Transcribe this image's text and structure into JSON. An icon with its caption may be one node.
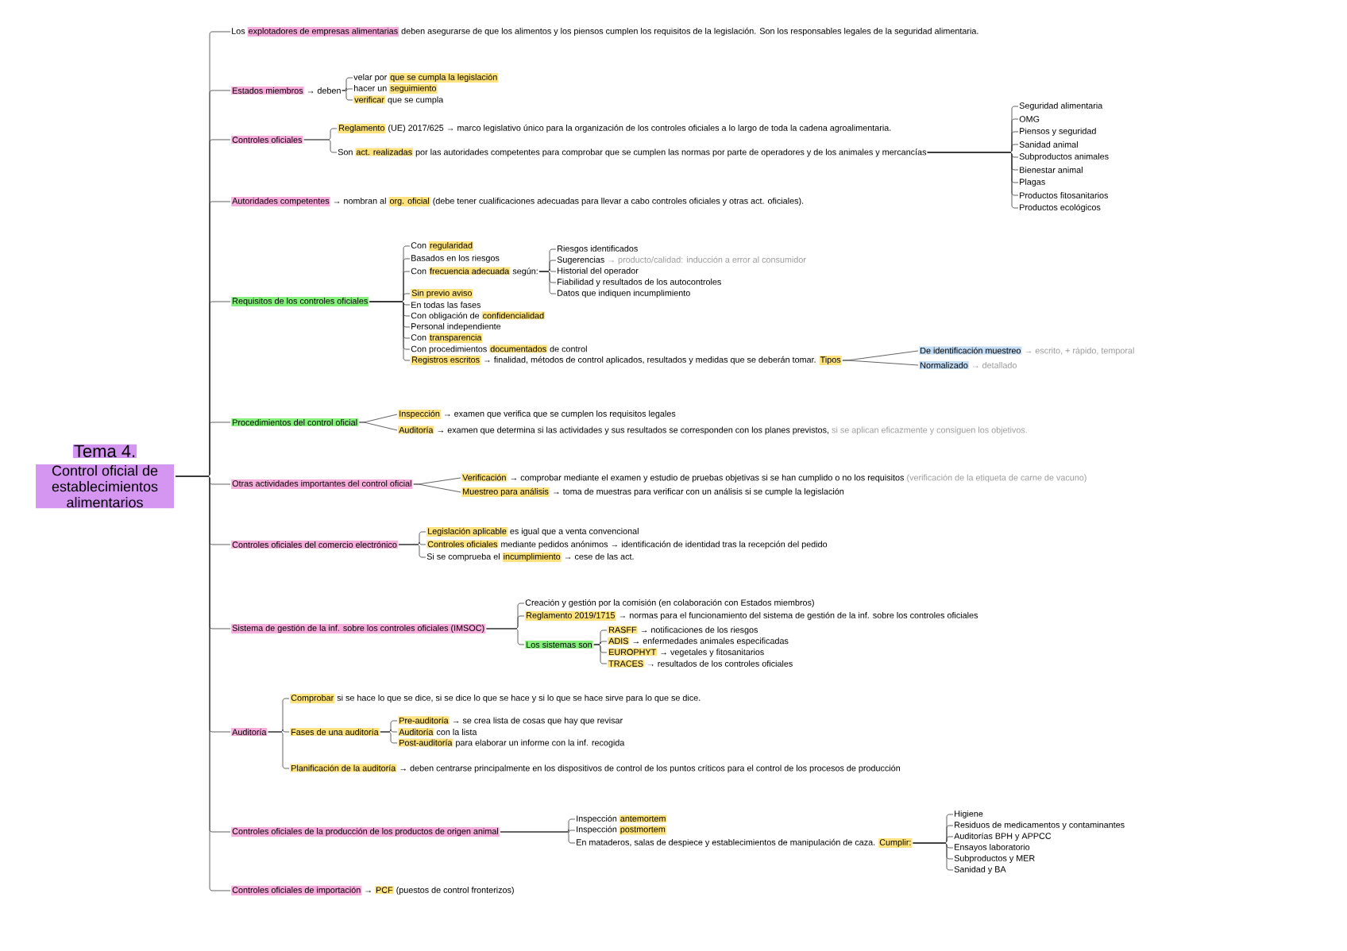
{
  "diagram": {
    "nodes": [
      {
        "text": [
          "Tema 4.",
          "Control oficial de establecimientos alimentarios"
        ]
      },
      {
        "text": [
          "Los",
          "explotadores de empresas alimentarias",
          "deben asegurarse de que los alimentos y los piensos cumplen los requisitos de la legislación. Son los responsables legales de la seguridad alimentaria."
        ]
      },
      {
        "text": [
          "Estados miembros",
          "→ deben"
        ]
      },
      {
        "text": [
          "velar por",
          "que se cumpla la legislación"
        ]
      },
      {
        "text": [
          "hacer un",
          "seguimiento"
        ]
      },
      {
        "text": [
          "verificar",
          "que se cumpla"
        ]
      },
      {
        "text": [
          "Controles oficiales"
        ]
      },
      {
        "text": [
          "Reglamento",
          "(UE) 2017/625 → marco legislativo único para la organización de los controles oficiales a lo largo de toda la cadena agroalimentaria."
        ]
      },
      {
        "text": [
          "Son",
          "act. realizadas",
          "por las autoridades competentes para comprobar que se cumplen las normas por parte de operadores y de los animales y mercancías"
        ]
      },
      {
        "text": [
          "Seguridad alimentaria"
        ]
      },
      {
        "text": [
          "OMG"
        ]
      },
      {
        "text": [
          "Piensos y seguridad"
        ]
      },
      {
        "text": [
          "Sanidad animal"
        ]
      },
      {
        "text": [
          "Subproductos animales"
        ]
      },
      {
        "text": [
          "Bienestar animal"
        ]
      },
      {
        "text": [
          "Plagas"
        ]
      },
      {
        "text": [
          "Productos fitosanitarios"
        ]
      },
      {
        "text": [
          "Productos ecológicos"
        ]
      },
      {
        "text": [
          "Autoridades competentes",
          "→ nombran al",
          "org. oficial",
          "(debe tener cualificaciones adecuadas para llevar a cabo controles oficiales y otras act. oficiales)."
        ]
      },
      {
        "text": [
          "Requisitos de los controles oficiales"
        ]
      },
      {
        "text": [
          "Con",
          "regularidad"
        ]
      },
      {
        "text": [
          "Basados en los riesgos"
        ]
      },
      {
        "text": [
          "Con",
          "frecuencia adecuada",
          "según:"
        ]
      },
      {
        "text": [
          "Riesgos identificados"
        ]
      },
      {
        "text": [
          "Sugerencias",
          "→ producto/calidad: inducción a error al consumidor"
        ]
      },
      {
        "text": [
          "Historial del operador"
        ]
      },
      {
        "text": [
          "Fiabilidad y resultados de los autocontroles"
        ]
      },
      {
        "text": [
          "Datos que indiquen incumplimiento"
        ]
      },
      {
        "text": [
          "Sin previo aviso"
        ]
      },
      {
        "text": [
          "En todas las fases"
        ]
      },
      {
        "text": [
          "Con obligación de",
          "confidencialidad"
        ]
      },
      {
        "text": [
          "Personal independiente"
        ]
      },
      {
        "text": [
          "Con",
          "transparencia"
        ]
      },
      {
        "text": [
          "Con procedimientos",
          "documentados",
          "de control"
        ]
      },
      {
        "text": [
          "Registros escritos",
          "→ finalidad, métodos de control aplicados, resultados y medidas que se deberán tomar.",
          "Tipos"
        ]
      },
      {
        "text": [
          "De identificación muestreo",
          "→ escrito, + rápido, temporal"
        ]
      },
      {
        "text": [
          "Normalizado",
          "→ detallado"
        ]
      },
      {
        "text": [
          "Procedimientos del control oficial"
        ]
      },
      {
        "text": [
          "Inspección",
          "→ examen que verifica que se cumplen los requisitos legales"
        ]
      },
      {
        "text": [
          "Auditoría",
          "→ examen que determina si las actividades y sus resultados se corresponden con los planes previstos,",
          "si se aplican eficazmente y consiguen los objetivos."
        ]
      },
      {
        "text": [
          "Otras actividades importantes del control oficial"
        ]
      },
      {
        "text": [
          "Verificación",
          "→ comprobar mediante el examen y estudio de pruebas objetivas si se han cumplido o no los requisitos",
          "(verificación de la etiqueta de carne de vacuno)"
        ]
      },
      {
        "text": [
          "Muestreo para análisis",
          "→ toma de muestras para verificar con un análisis si se cumple la legislación"
        ]
      },
      {
        "text": [
          "Controles oficiales del comercio electrónico"
        ]
      },
      {
        "text": [
          "Legislación aplicable",
          "es igual que a venta convencional"
        ]
      },
      {
        "text": [
          "Controles oficiales",
          "mediante pedidos anónimos → identificación de identidad tras la recepción del pedido"
        ]
      },
      {
        "text": [
          "Si se comprueba el",
          "incumplimiento",
          "→ cese de las act."
        ]
      },
      {
        "text": [
          "Sistema de gestión de la inf. sobre los controles oficiales (IMSOC)"
        ]
      },
      {
        "text": [
          "Creación y gestión por la comisión (en colaboración con Estados miembros)"
        ]
      },
      {
        "text": [
          "Reglamento 2019/1715",
          "→ normas para el funcionamiento del sistema de gestión de la inf. sobre los controles oficiales"
        ]
      },
      {
        "text": [
          "Los sistemas son"
        ]
      },
      {
        "text": [
          "RASFF",
          "→ notificaciones de los riesgos"
        ]
      },
      {
        "text": [
          "ADIS",
          "→ enfermedades animales especificadas"
        ]
      },
      {
        "text": [
          "EUROPHYT",
          "→ vegetales y fitosanitarios"
        ]
      },
      {
        "text": [
          "TRACES",
          "→ resultados de los controles oficiales"
        ]
      },
      {
        "text": [
          "Auditoría"
        ]
      },
      {
        "text": [
          "Comprobar",
          "si se hace lo que se dice, si se dice lo que se hace y si lo que se hace sirve para lo que se dice."
        ]
      },
      {
        "text": [
          "Fases de una auditoría"
        ]
      },
      {
        "text": [
          "Pre-auditoría",
          "→ se crea lista de cosas que hay que revisar"
        ]
      },
      {
        "text": [
          "Auditoría",
          "con la lista"
        ]
      },
      {
        "text": [
          "Post-auditoría",
          "para elaborar un informe con la inf. recogida"
        ]
      },
      {
        "text": [
          "Planificación de la auditoría",
          "→ deben centrarse principalmente en los dispositivos de control de los puntos críticos para el control de los procesos de producción"
        ]
      },
      {
        "text": [
          "Controles oficiales de la producción de los productos de origen animal"
        ]
      },
      {
        "text": [
          "Inspección",
          "antemortem"
        ]
      },
      {
        "text": [
          "Inspección",
          "postmortem"
        ]
      },
      {
        "text": [
          "En mataderos, salas de despiece y establecimientos de manipulación de caza.",
          "Cumplir:"
        ]
      },
      {
        "text": [
          "Higiene"
        ]
      },
      {
        "text": [
          "Residuos de medicamentos y contaminantes"
        ]
      },
      {
        "text": [
          "Auditorías BPH y APPCC"
        ]
      },
      {
        "text": [
          "Ensayos laboratorio"
        ]
      },
      {
        "text": [
          "Subproductos y MER"
        ]
      },
      {
        "text": [
          "Sanidad y BA"
        ]
      },
      {
        "text": [
          "Controles oficiales de importación",
          "→",
          "PCF",
          "(puestos de control fronterizos)"
        ]
      }
    ],
    "edges": [
      {
        "from": 0,
        "to": 1,
        "arrow": "none"
      },
      {
        "from": 0,
        "to": 2,
        "arrow": "none"
      },
      {
        "from": 0,
        "to": 6,
        "arrow": "none"
      },
      {
        "from": 0,
        "to": 18,
        "arrow": "none"
      },
      {
        "from": 0,
        "to": 19,
        "arrow": "none"
      },
      {
        "from": 0,
        "to": 37,
        "arrow": "none"
      },
      {
        "from": 0,
        "to": 40,
        "arrow": "none"
      },
      {
        "from": 0,
        "to": 43,
        "arrow": "none"
      },
      {
        "from": 0,
        "to": 47,
        "arrow": "none"
      },
      {
        "from": 0,
        "to": 55,
        "arrow": "none"
      },
      {
        "from": 0,
        "to": 62,
        "arrow": "none"
      },
      {
        "from": 0,
        "to": 72,
        "arrow": "none"
      },
      {
        "from": 2,
        "to": 3,
        "arrow": "none"
      },
      {
        "from": 2,
        "to": 4,
        "arrow": "none"
      },
      {
        "from": 2,
        "to": 5,
        "arrow": "none"
      },
      {
        "from": 6,
        "to": 7,
        "arrow": "none"
      },
      {
        "from": 6,
        "to": 8,
        "arrow": "none"
      },
      {
        "from": 8,
        "to": 9,
        "arrow": "none"
      },
      {
        "from": 8,
        "to": 10,
        "arrow": "none"
      },
      {
        "from": 8,
        "to": 11,
        "arrow": "none"
      },
      {
        "from": 8,
        "to": 12,
        "arrow": "none"
      },
      {
        "from": 8,
        "to": 13,
        "arrow": "none"
      },
      {
        "from": 8,
        "to": 14,
        "arrow": "none"
      },
      {
        "from": 8,
        "to": 15,
        "arrow": "none"
      },
      {
        "from": 8,
        "to": 16,
        "arrow": "none"
      },
      {
        "from": 8,
        "to": 17,
        "arrow": "none"
      },
      {
        "from": 19,
        "to": 20,
        "arrow": "none"
      },
      {
        "from": 19,
        "to": 21,
        "arrow": "none"
      },
      {
        "from": 19,
        "to": 22,
        "arrow": "none"
      },
      {
        "from": 19,
        "to": 28,
        "arrow": "none"
      },
      {
        "from": 19,
        "to": 29,
        "arrow": "none"
      },
      {
        "from": 19,
        "to": 30,
        "arrow": "none"
      },
      {
        "from": 19,
        "to": 31,
        "arrow": "none"
      },
      {
        "from": 19,
        "to": 32,
        "arrow": "none"
      },
      {
        "from": 19,
        "to": 33,
        "arrow": "none"
      },
      {
        "from": 19,
        "to": 34,
        "arrow": "none"
      },
      {
        "from": 22,
        "to": 23,
        "arrow": "none"
      },
      {
        "from": 22,
        "to": 24,
        "arrow": "none"
      },
      {
        "from": 22,
        "to": 25,
        "arrow": "none"
      },
      {
        "from": 22,
        "to": 26,
        "arrow": "none"
      },
      {
        "from": 22,
        "to": 27,
        "arrow": "none"
      },
      {
        "from": 34,
        "to": 35,
        "arrow": "none"
      },
      {
        "from": 34,
        "to": 36,
        "arrow": "none"
      },
      {
        "from": 37,
        "to": 38,
        "arrow": "none"
      },
      {
        "from": 37,
        "to": 39,
        "arrow": "none"
      },
      {
        "from": 40,
        "to": 41,
        "arrow": "none"
      },
      {
        "from": 40,
        "to": 42,
        "arrow": "none"
      },
      {
        "from": 43,
        "to": 44,
        "arrow": "none"
      },
      {
        "from": 43,
        "to": 45,
        "arrow": "none"
      },
      {
        "from": 43,
        "to": 46,
        "arrow": "none"
      },
      {
        "from": 47,
        "to": 48,
        "arrow": "none"
      },
      {
        "from": 47,
        "to": 49,
        "arrow": "none"
      },
      {
        "from": 47,
        "to": 50,
        "arrow": "none"
      },
      {
        "from": 50,
        "to": 51,
        "arrow": "none"
      },
      {
        "from": 50,
        "to": 52,
        "arrow": "none"
      },
      {
        "from": 50,
        "to": 53,
        "arrow": "none"
      },
      {
        "from": 50,
        "to": 54,
        "arrow": "none"
      },
      {
        "from": 55,
        "to": 56,
        "arrow": "none"
      },
      {
        "from": 55,
        "to": 57,
        "arrow": "none"
      },
      {
        "from": 55,
        "to": 61,
        "arrow": "none"
      },
      {
        "from": 57,
        "to": 58,
        "arrow": "none"
      },
      {
        "from": 57,
        "to": 59,
        "arrow": "none"
      },
      {
        "from": 57,
        "to": 60,
        "arrow": "none"
      },
      {
        "from": 62,
        "to": 63,
        "arrow": "none"
      },
      {
        "from": 62,
        "to": 64,
        "arrow": "none"
      },
      {
        "from": 62,
        "to": 65,
        "arrow": "none"
      },
      {
        "from": 65,
        "to": 66,
        "arrow": "none"
      },
      {
        "from": 65,
        "to": 67,
        "arrow": "none"
      },
      {
        "from": 65,
        "to": 68,
        "arrow": "none"
      },
      {
        "from": 65,
        "to": 69,
        "arrow": "none"
      },
      {
        "from": 65,
        "to": 70,
        "arrow": "none"
      },
      {
        "from": 65,
        "to": 71,
        "arrow": "none"
      }
    ]
  }
}
